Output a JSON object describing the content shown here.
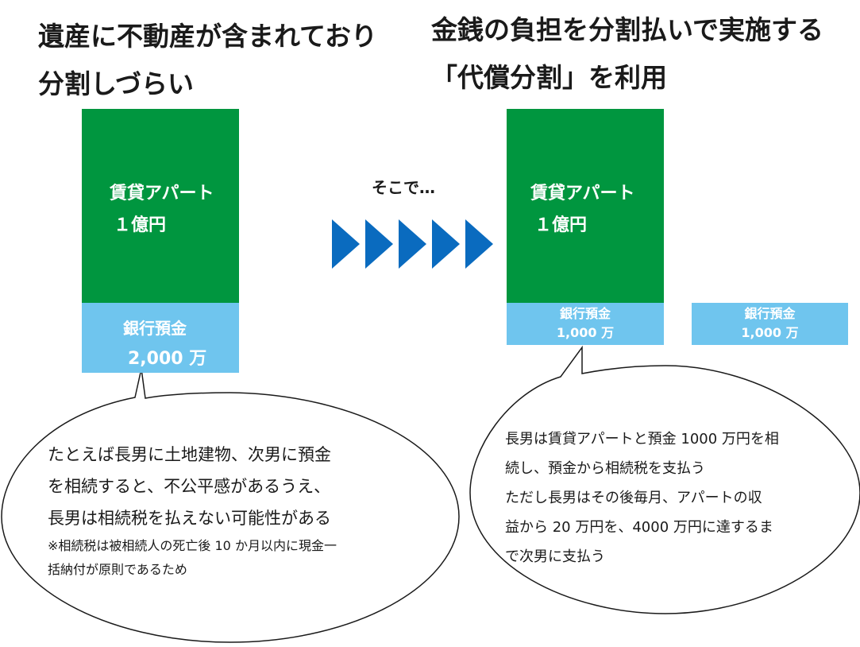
{
  "left": {
    "heading": [
      "遺産に不動産が含まれており",
      "分割しづらい"
    ],
    "property": {
      "name": "賃貸アパート",
      "value": "１億円"
    },
    "deposit": {
      "name": "銀行預金",
      "value": "2,000 万"
    },
    "bubble": {
      "lines": [
        "たとえば長男に土地建物、次男に預金",
        "を相続すると、不公平感があるうえ、",
        "長男は相続税を払えない可能性がある"
      ],
      "note": [
        "※相続税は被相続人の死亡後 10 か月以内に現金一",
        "括納付が原則であるため"
      ]
    }
  },
  "middle": {
    "label": "そこで…"
  },
  "right": {
    "heading": [
      "金銭の負担を分割払いで実施する",
      "「代償分割」を利用"
    ],
    "property": {
      "name": "賃貸アパート",
      "value": "１億円"
    },
    "deposit1": {
      "name": "銀行預金",
      "value": "1,000 万"
    },
    "deposit2": {
      "name": "銀行預金",
      "value": "1,000 万"
    },
    "bubble": {
      "lines": [
        "長男は賃貸アパートと預金 1000 万円を相",
        "続し、預金から相続税を支払う",
        "ただし長男はその後毎月、アパートの収",
        "益から 20 万円を、4000 万円に達するま",
        "で次男に支払う"
      ]
    }
  },
  "colors": {
    "green": "#00963f",
    "light_blue": "#6fc5ee",
    "arrow_blue": "#0a6bbf"
  }
}
